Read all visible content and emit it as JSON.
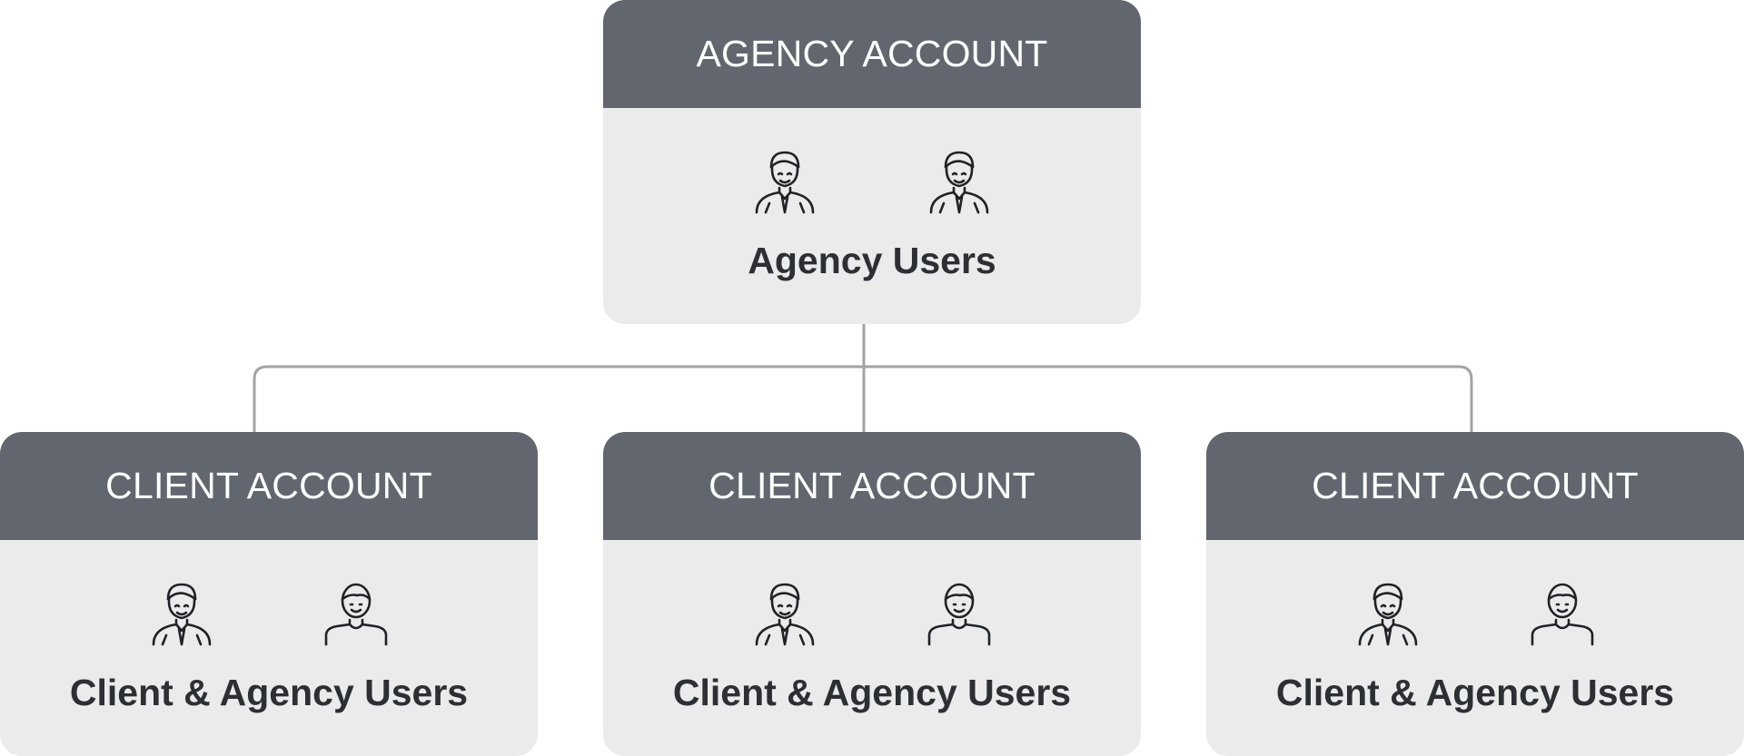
{
  "agency": {
    "title": "AGENCY ACCOUNT",
    "label": "Agency Users",
    "icons": [
      "businessman-icon",
      "businessman-icon"
    ]
  },
  "clients": [
    {
      "title": "CLIENT ACCOUNT",
      "label": "Client & Agency Users",
      "icons": [
        "businessman-icon",
        "user-icon"
      ]
    },
    {
      "title": "CLIENT ACCOUNT",
      "label": "Client & Agency Users",
      "icons": [
        "businessman-icon",
        "user-icon"
      ]
    },
    {
      "title": "CLIENT ACCOUNT",
      "label": "Client & Agency Users",
      "icons": [
        "businessman-icon",
        "user-icon"
      ]
    }
  ],
  "colors": {
    "header": "#62676f",
    "body": "#ebebeb",
    "connector": "#a3a3a3",
    "label_text": "#2c2f33"
  }
}
